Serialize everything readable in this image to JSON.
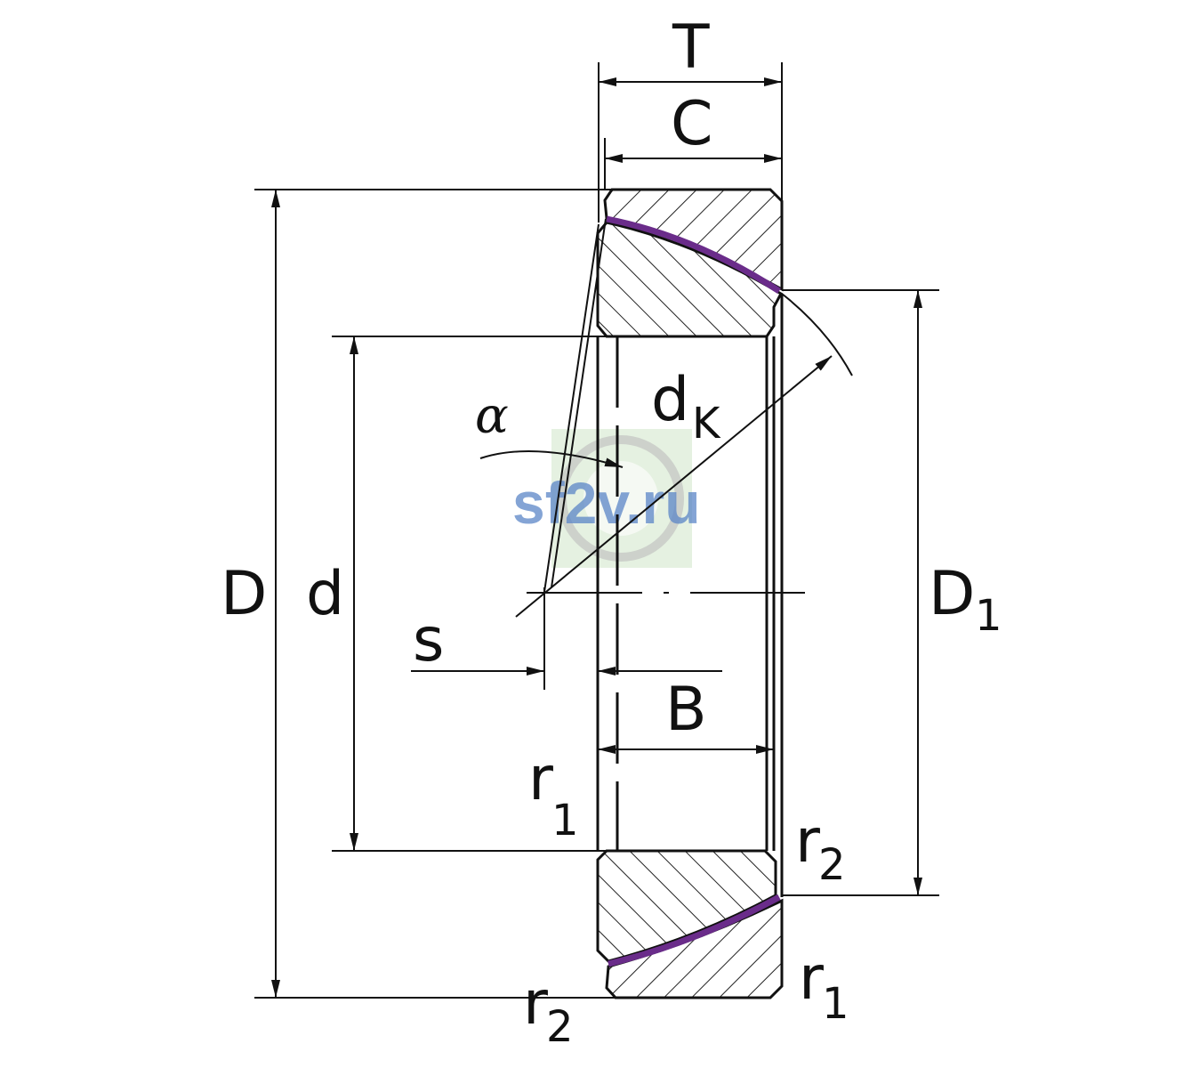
{
  "labels": {
    "T": "T",
    "C": "C",
    "D": "D",
    "d": "d",
    "dK_main": "d",
    "dK_sub": "K",
    "D1_main": "D",
    "D1_sub": "1",
    "alpha": "α",
    "s": "s",
    "B": "B",
    "r1_inner_main": "r",
    "r1_inner_sub": "1",
    "r2_right_main": "r",
    "r2_right_sub": "2",
    "r2_bottom_main": "r",
    "r2_bottom_sub": "2",
    "r1_bottom_main": "r",
    "r1_bottom_sub": "1"
  },
  "watermark": {
    "text": "sf2v.ru",
    "color": "#5b86c7",
    "badge_color": "#cfe6c9"
  },
  "colors": {
    "line": "#111111",
    "seal": "#6a2c8a",
    "hatch": "#222222"
  }
}
